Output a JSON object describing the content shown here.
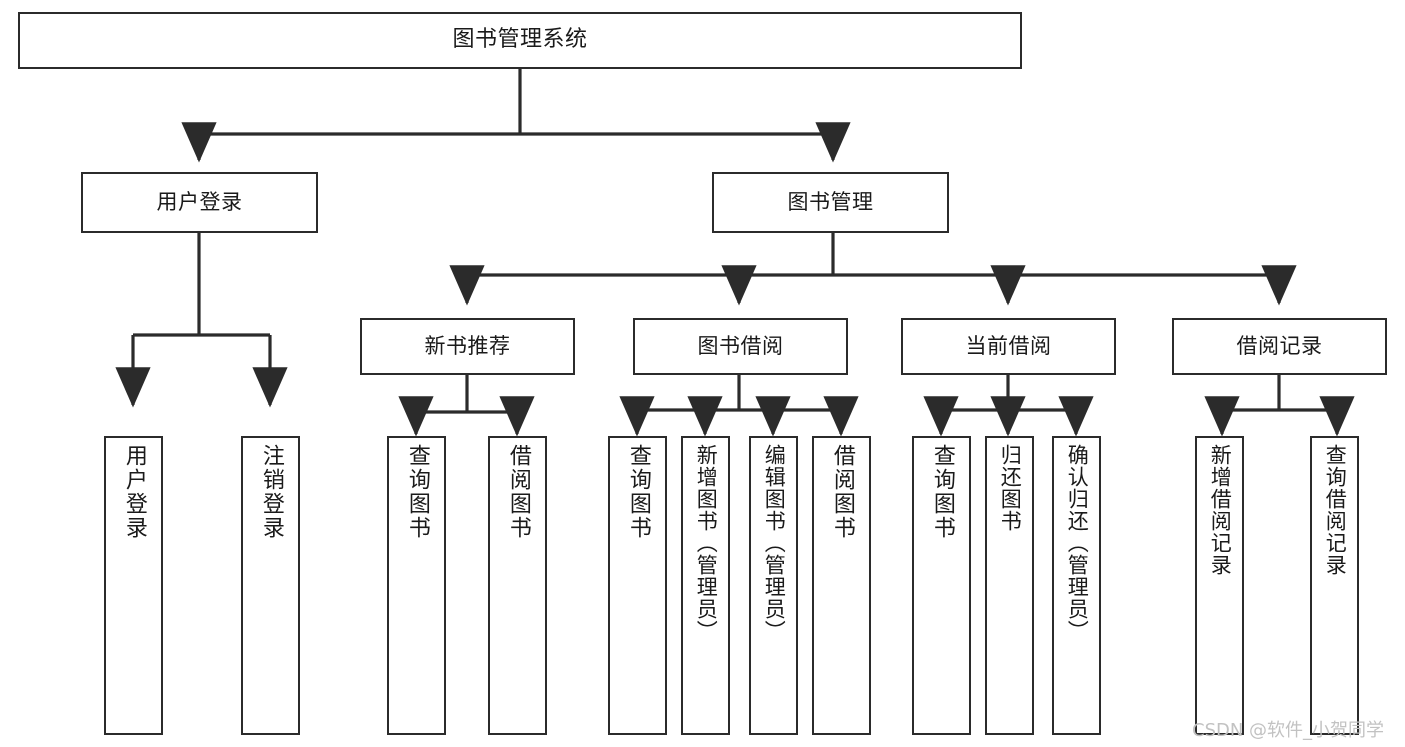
{
  "diagram": {
    "title": "图书管理系统",
    "type": "tree-hierarchy-chart",
    "stroke_color": "#2b2b2b",
    "fill_color": "#ffffff",
    "background_color": "#ffffff",
    "watermark": "CSDN @软件_小贺同学",
    "watermark_color": "#c2c2c2",
    "nodes": {
      "root": {
        "label": "图书管理系统"
      },
      "level1": [
        {
          "label": "用户登录"
        },
        {
          "label": "图书管理"
        }
      ],
      "level2": [
        {
          "label": "新书推荐"
        },
        {
          "label": "图书借阅"
        },
        {
          "label": "当前借阅"
        },
        {
          "label": "借阅记录"
        }
      ],
      "leaves_user_login": [
        {
          "label": "用户登录"
        },
        {
          "label": "注销登录"
        }
      ],
      "leaves_new_book": [
        {
          "label": "查询图书"
        },
        {
          "label": "借阅图书"
        }
      ],
      "leaves_borrow": [
        {
          "label": "查询图书"
        },
        {
          "label": "新增图书（管理员）"
        },
        {
          "label": "编辑图书（管理员）"
        },
        {
          "label": "借阅图书"
        }
      ],
      "leaves_current": [
        {
          "label": "查询图书"
        },
        {
          "label": "归还图书"
        },
        {
          "label": "确认归还（管理员）"
        }
      ],
      "leaves_records": [
        {
          "label": "新增借阅记录"
        },
        {
          "label": "查询借阅记录"
        }
      ]
    }
  }
}
